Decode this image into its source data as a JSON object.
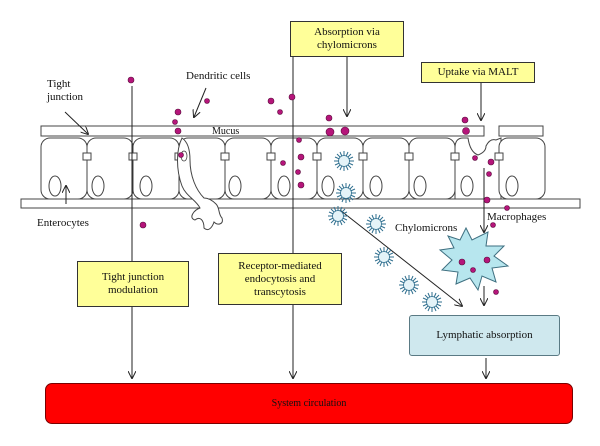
{
  "labels": {
    "tight_junction": [
      "Tight",
      "junction"
    ],
    "dendritic_cells": "Dendritic cells",
    "mucus": "Mucus",
    "enterocytes": "Enterocytes",
    "chylomicrons": "Chylomicrons",
    "macrophages": "Macrophages"
  },
  "boxes": {
    "absorption_chylomicrons": [
      "Absorption via",
      "chylomicrons"
    ],
    "uptake_malt": "Uptake via MALT",
    "tight_junction_modulation": [
      "Tight junction",
      "modulation"
    ],
    "receptor_mediated": [
      "Receptor-mediated",
      "endocytosis and",
      "transcytosis"
    ],
    "lymphatic_absorption": "Lymphatic absorption",
    "system_circulation": "System circulation"
  },
  "colors": {
    "particle": "#b5157a",
    "box_yellow": "#ffff99",
    "lymphatic_box": "#cfe8ee",
    "circulation_bar": "#ff0000",
    "macrophage": "#b7e6ee",
    "chylomicron_spikes": "#2f6f8f"
  },
  "icons": [
    "arrow-icon",
    "particle-dot-icon",
    "chylomicron-icon",
    "macrophage-icon",
    "dendritic-cell-icon"
  ]
}
